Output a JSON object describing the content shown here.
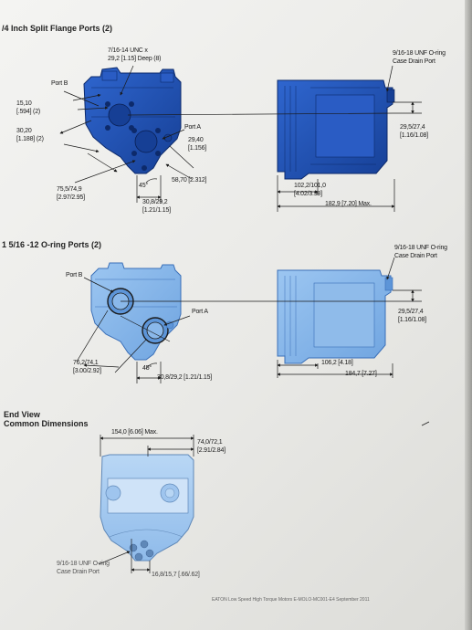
{
  "section1": {
    "heading": "/4 Inch Split Flange Ports (2)",
    "unc_label": "7/16-14 UNC x",
    "unc_depth": "29,2 [1.15] Deep (8)",
    "port_b": "Port B",
    "dim_1510": "15,10",
    "dim_1510_in": "[.594] (2)",
    "dim_3020": "30,20",
    "dim_3020_in": "[1.188] (2)",
    "port_a": "Port A",
    "dim_2940": "29,40",
    "dim_2940_in": "[1.156]",
    "dim_5870": "58,70 [2.312]",
    "dim_755": "75,5/74,9",
    "dim_755_in": "[2.97/2.95]",
    "angle": "45°",
    "dim_308": "30,8/29,2",
    "dim_308_in": "[1.21/1.15]",
    "drain": "9/16-18 UNF O-ring",
    "drain2": "Case Drain Port",
    "dim_295": "29,5/27,4",
    "dim_295_in": "[1.16/1.08]",
    "dim_1022": "102,2/101,0",
    "dim_1022_in": "[4.02/3.98]",
    "dim_1829": "182,9 [7.20] Max."
  },
  "section2": {
    "heading": "1 5/16 -12 O-ring Ports (2)",
    "port_b": "Port B",
    "port_a": "Port A",
    "dim_762": "76,2/74,1",
    "dim_762_in": "[3.00/2.92]",
    "angle": "45°",
    "dim_308": "30,8/29,2 [1.21/1.15]",
    "drain": "9/16-18 UNF O-ring",
    "drain2": "Case Drain Port",
    "dim_295": "29,5/27,4",
    "dim_295_in": "[1.16/1.08]",
    "dim_1062": "106,2 [4.18]",
    "dim_1847": "184,7 [7.27]"
  },
  "section3": {
    "heading1": "End View",
    "heading2": "Common Dimensions",
    "dim_1540": "154,0 [6.06] Max.",
    "dim_740": "74,0/72,1",
    "dim_740_in": "[2.91/2.84]",
    "drain": "9/16-18 UNF O-ring",
    "drain2": "Case Drain Port",
    "dim_168": "16,8/15,7 [.66/.62]"
  },
  "footer": "EATON  Low Speed High Torque Motors  E-MOLO-MC001-E4  September 2011",
  "colors": {
    "blue_dark": "#1e50b8",
    "blue_light": "#7fb2ea",
    "blue_pale": "#a9cdf2",
    "ink": "#1a1a1a"
  }
}
